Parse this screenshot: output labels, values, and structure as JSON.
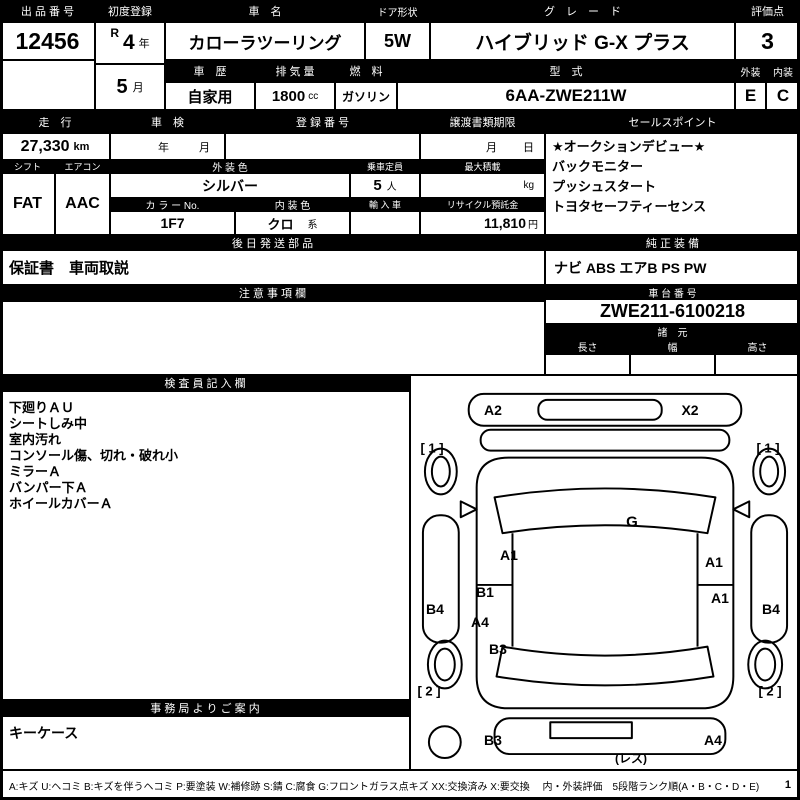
{
  "top": {
    "auction_no_label": "出 品 番 号",
    "auction_no": "12456",
    "first_reg_label": "初度登録",
    "first_reg": {
      "era": "R",
      "year": "4",
      "year_unit": "年",
      "month": "5",
      "month_unit": "月"
    },
    "car_name_label": "車　名",
    "car_name": "カローラツーリング",
    "door_label": "ドア形状",
    "door": "5W",
    "grade_label": "グ　レ　ー　ド",
    "grade": "ハイブリッド G-X プラス",
    "score_label": "評価点",
    "score": "3",
    "history_label": "車　歴",
    "history": "自家用",
    "displacement_label": "排 気 量",
    "displacement": "1800",
    "displacement_unit": "cc",
    "fuel_label": "燃　料",
    "fuel": "ガソリン",
    "model_label": "型　式",
    "model": "6AA-ZWE211W",
    "exterior_label": "外装",
    "interior_label": "内装",
    "exterior_grade": "E",
    "interior_grade": "C"
  },
  "mileage_row": {
    "mileage_label": "走　行",
    "mileage": "27,330",
    "mileage_unit": "km",
    "shaken_label": "車　検",
    "shaken_year_unit": "年",
    "shaken_month_unit": "月",
    "reg_no_label": "登 録 番 号",
    "reg_no": "",
    "transfer_label": "譲渡書類期限",
    "transfer_month_unit": "月",
    "transfer_day_unit": "日",
    "sales_label": "セールスポイント",
    "sales_points": [
      "★オークションデビュー★",
      "バックモニター",
      "プッシュスタート",
      "トヨタセーフティーセンス"
    ]
  },
  "spec_row": {
    "shift_label": "シフト",
    "shift": "FAT",
    "aircon_label": "エアコン",
    "aircon": "AAC",
    "ext_color_label": "外 装 色",
    "ext_color": "シルバー",
    "capacity_label": "乗車定員",
    "capacity": "5",
    "capacity_unit": "人",
    "max_load_label": "最大積載",
    "max_load_unit": "kg",
    "color_no_label": "カ ラ ー No.",
    "color_no": "1F7",
    "int_color_label": "内 装 色",
    "int_color": "クロ",
    "int_color_suffix": "系",
    "import_label": "輸 入 車",
    "import_value": "",
    "recycle_label": "リサイクル預託金",
    "recycle": "11,810",
    "recycle_unit": "円"
  },
  "later_parts": {
    "label": "後 日 発 送 部 品",
    "value": "保証書　車両取説"
  },
  "equipment": {
    "label": "純 正 装 備",
    "value": "ナビ ABS エアB PS PW"
  },
  "notes": {
    "label": "注 意 事 項 欄",
    "value": ""
  },
  "chassis": {
    "label": "車 台 番 号",
    "value": "ZWE211-6100218"
  },
  "specs": {
    "label": "諸　元",
    "length_label": "長さ",
    "width_label": "幅",
    "height_label": "高さ"
  },
  "inspector": {
    "label": "検 査 員 記 入 欄",
    "lines": [
      "下廻りＡＵ",
      "シートしみ中",
      "室内汚れ",
      "コンソール傷、切れ・破れ小",
      "ミラーＡ",
      "バンパー下Ａ",
      "ホイールカバーＡ"
    ]
  },
  "office": {
    "label": "事 務 局 よ り ご 案 内",
    "value": "キーケース"
  },
  "diagram": {
    "markers": [
      {
        "label": "A2",
        "area": "front-bumper-left"
      },
      {
        "label": "X2",
        "area": "front-bumper-right"
      },
      {
        "label": "[ 1 ]",
        "area": "front-left-tire"
      },
      {
        "label": "[ 1 ]",
        "area": "front-right-tire"
      },
      {
        "label": "G",
        "area": "windshield"
      },
      {
        "label": "A1",
        "area": "left-front-door"
      },
      {
        "label": "A1",
        "area": "right-front-door"
      },
      {
        "label": "B1",
        "area": "left-door-lower"
      },
      {
        "label": "A1",
        "area": "right-rear-door"
      },
      {
        "label": "B4",
        "area": "left-side-sill"
      },
      {
        "label": "A4",
        "area": "left-rear-door"
      },
      {
        "label": "B4",
        "area": "right-side-sill"
      },
      {
        "label": "B3",
        "area": "left-quarter-panel"
      },
      {
        "label": "[ 2 ]",
        "area": "rear-left-tire"
      },
      {
        "label": "[ 2 ]",
        "area": "rear-right-tire"
      },
      {
        "label": "B3",
        "area": "rear-bumper-left"
      },
      {
        "label": "A4",
        "area": "rear-bumper-right"
      },
      {
        "label": "(レス)",
        "area": "rear-license-plate"
      }
    ]
  },
  "legend": {
    "text": "A:キズ U:ヘコミ B:キズを伴うヘコミ P:要塗装 W:補修跡 S:錆 C:腐食 G:フロントガラス点キズ XX:交換済み X:要交換　 内・外装評価　5段階ランク順(A・B・C・D・E)",
    "page": "1"
  }
}
